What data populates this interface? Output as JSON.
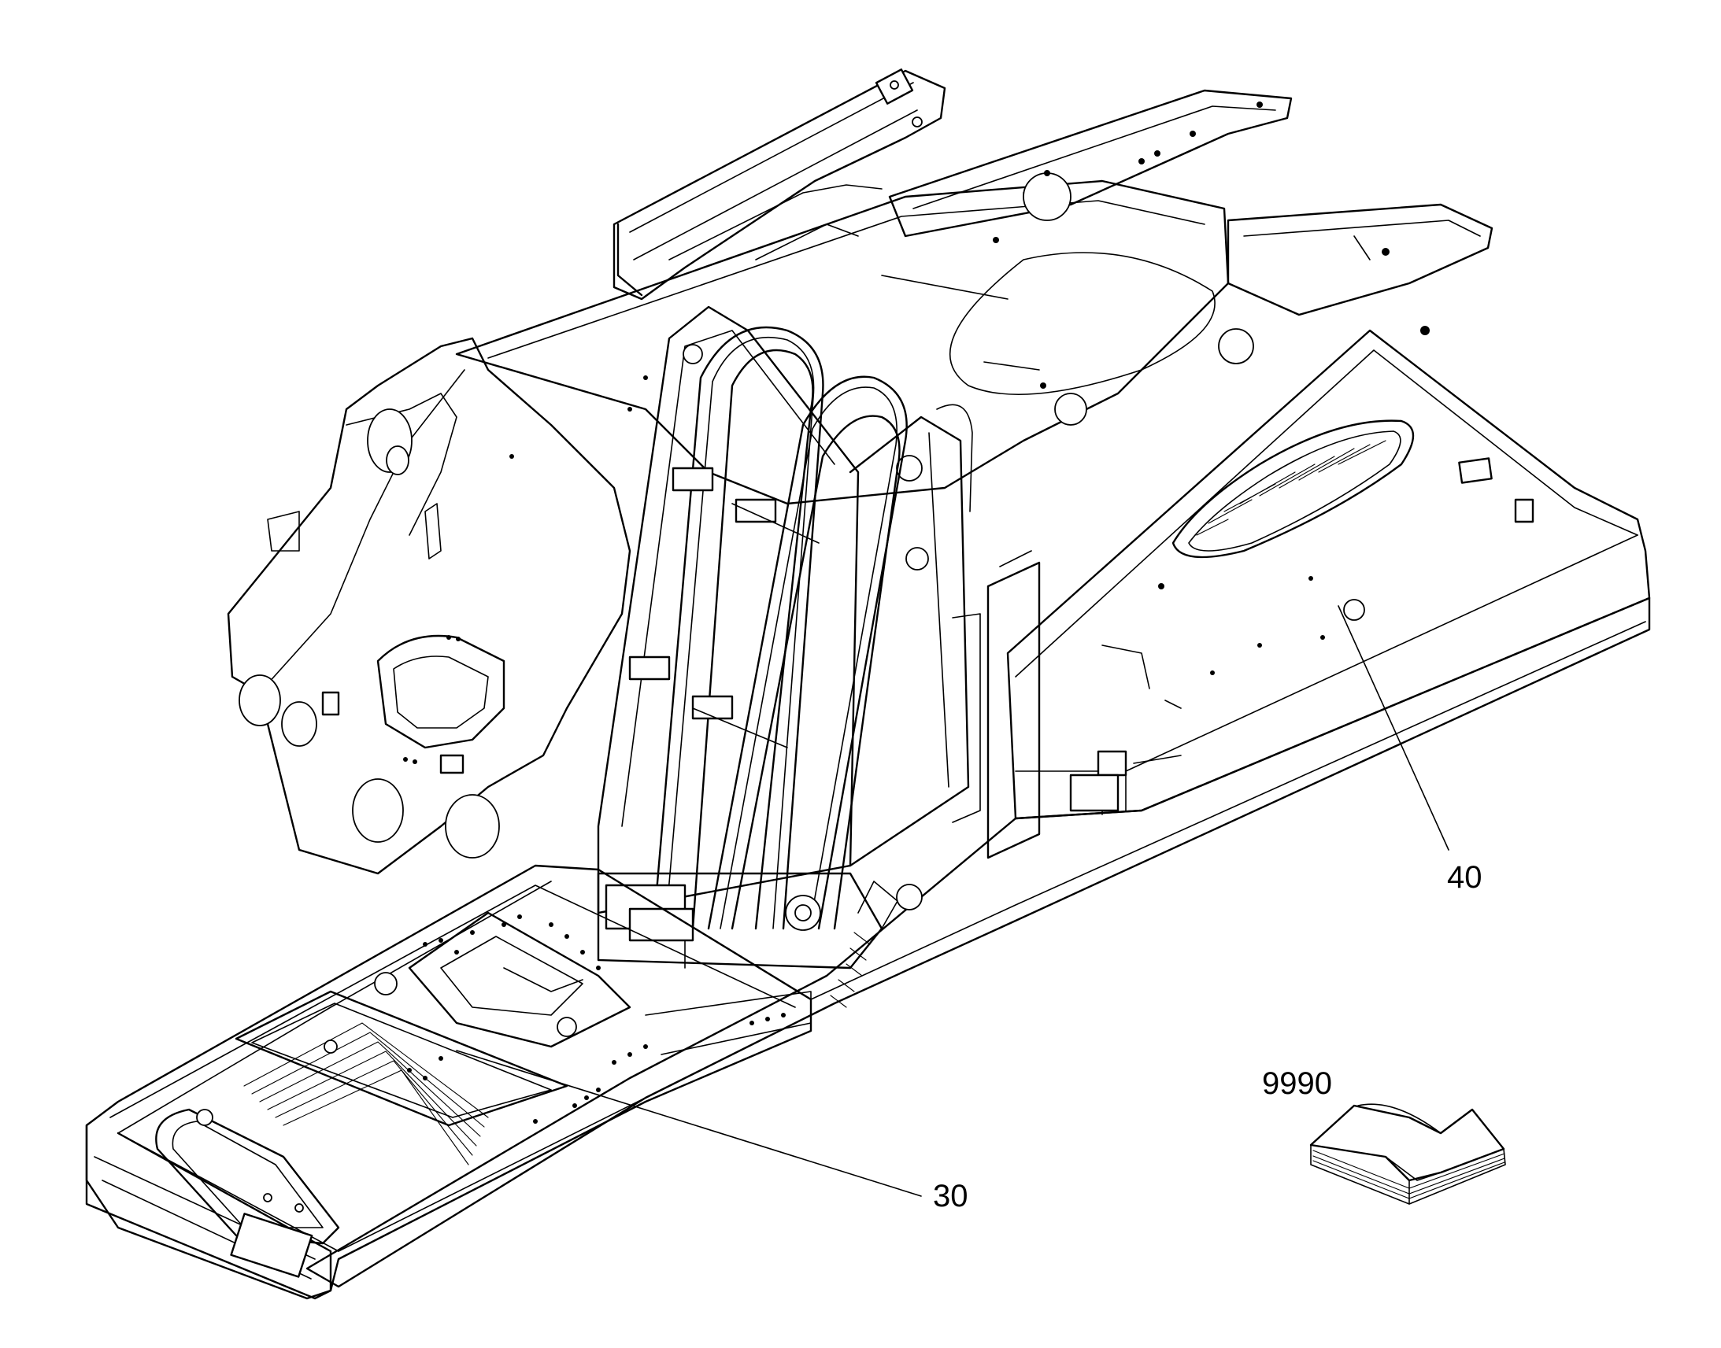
{
  "callouts": [
    {
      "id": "part-40",
      "label": "40"
    },
    {
      "id": "part-30",
      "label": "30"
    },
    {
      "id": "part-9990",
      "label": "9990"
    }
  ],
  "icons": {
    "manual": "open-book-icon"
  }
}
